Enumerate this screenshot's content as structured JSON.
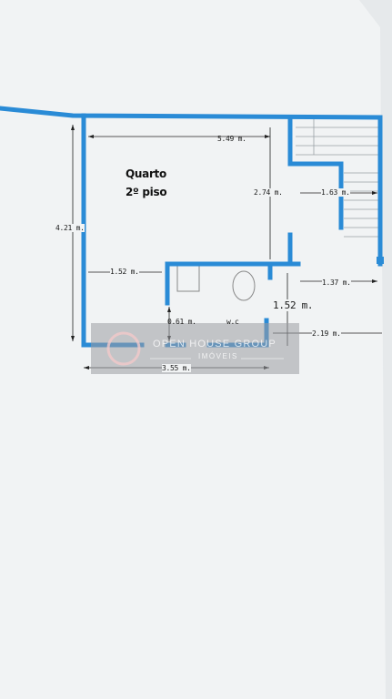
{
  "room": {
    "name_line1": "Quarto",
    "name_line2": "2º piso"
  },
  "wc_label": "w.c",
  "dimensions": {
    "top_width": "5.49 m.",
    "left_height": "4.21 m.",
    "inner_height": "2.74 m.",
    "stair_width": "1.63 m.",
    "wc_wall": "1.52 m.",
    "landing_width": "1.37 m.",
    "right_height": "1.52 m.",
    "wc_depth": "0.61 m.",
    "outer_right": "2.19 m.",
    "bottom_width": "3.55 m."
  },
  "watermark": {
    "text": "OPEN HOUSE GROUP",
    "sub": "IMÓVEIS"
  },
  "colors": {
    "wall": "#2a8bd6",
    "paper": "#f1f3f4",
    "dim_line": "#222222",
    "watermark_bg": "#9a9da2"
  }
}
